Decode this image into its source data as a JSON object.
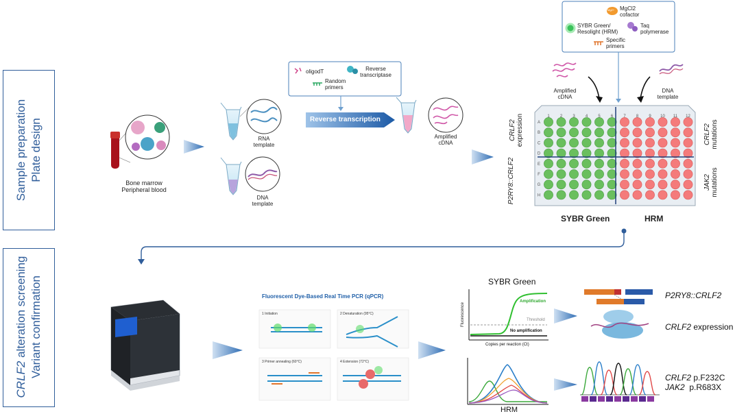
{
  "panel_top": {
    "line1": "Sample preparation",
    "line2": "Plate design"
  },
  "panel_bottom": {
    "gene": "CRLF2",
    "line1_rest": " alteration screening",
    "line2": "Variant confirmation"
  },
  "sample": {
    "line1": "Bone marrow",
    "line2": "Peripheral blood"
  },
  "rna_template": {
    "line1": "RNA",
    "line2": "template"
  },
  "dna_template": {
    "line1": "DNA",
    "line2": "template"
  },
  "rt_legend": {
    "oligo": "oligodT",
    "rt_line1": "Reverse",
    "rt_line2": "transcriptase",
    "primers_line1": "Random",
    "primers_line2": "primers"
  },
  "rt_arrow": "Reverse transcription",
  "amplified_cdna": {
    "line1": "Amplified",
    "line2": "cDNA"
  },
  "pcr_legend": {
    "mg_badge": "Mg2+",
    "mg_line1": "MgCl2",
    "mg_line2": "cofactor",
    "sybr_line1": "SYBR Green/",
    "sybr_line2": "Resolight (HRM)",
    "taq_line1": "Taq",
    "taq_line2": "polymerase",
    "primers_line1": "Specific",
    "primers_line2": "primers"
  },
  "plate_inputs": {
    "cdna_line1": "Amplified",
    "cdna_line2": "cDNA",
    "dna_line1": "DNA",
    "dna_line2": "template"
  },
  "plate": {
    "cols": [
      "1",
      "2",
      "3",
      "4",
      "5",
      "6",
      "7",
      "8",
      "9",
      "10",
      "11",
      "12"
    ],
    "rows": [
      "A",
      "B",
      "C",
      "D",
      "E",
      "F",
      "G",
      "H"
    ],
    "left_top_gene": "CRLF2",
    "left_top_text": "expression",
    "left_bottom": "P2RY8::CRLF2",
    "right_top_gene": "CRLF2",
    "right_top_text": "mutations",
    "right_bottom_gene": "JAK2",
    "right_bottom_text": "mutations",
    "bottom_left": "SYBR Green",
    "bottom_right": "HRM",
    "colors": {
      "green": "#6abf5e",
      "red": "#f47b7b",
      "frame": "#1f3f7a"
    }
  },
  "qpcr": {
    "title": "Fluorescent Dye-Based Real Time PCR (qPCR)",
    "steps": [
      "1 Initiation",
      "2 Denaturation (95°C)",
      "3 Primer annealing (60°C)",
      "4 Extension (72°C)"
    ]
  },
  "sybr_chart": {
    "title": "SYBR Green",
    "ylabel": "Fluorescence",
    "xlabel": "Copies per reaction (Ct)",
    "amplification": "Amplification",
    "threshold": "Threshold",
    "no_amp": "No amplification"
  },
  "hrm_chart": {
    "title": "HRM"
  },
  "results": {
    "fusion": "P2RY8::CRLF2",
    "expr_gene": "CRLF2",
    "expr_text": " expression",
    "mut1_gene": "CRLF2",
    "mut1_text": " p.F232C",
    "mut2_gene": "JAK2",
    "mut2_text": "  p.R683X"
  }
}
